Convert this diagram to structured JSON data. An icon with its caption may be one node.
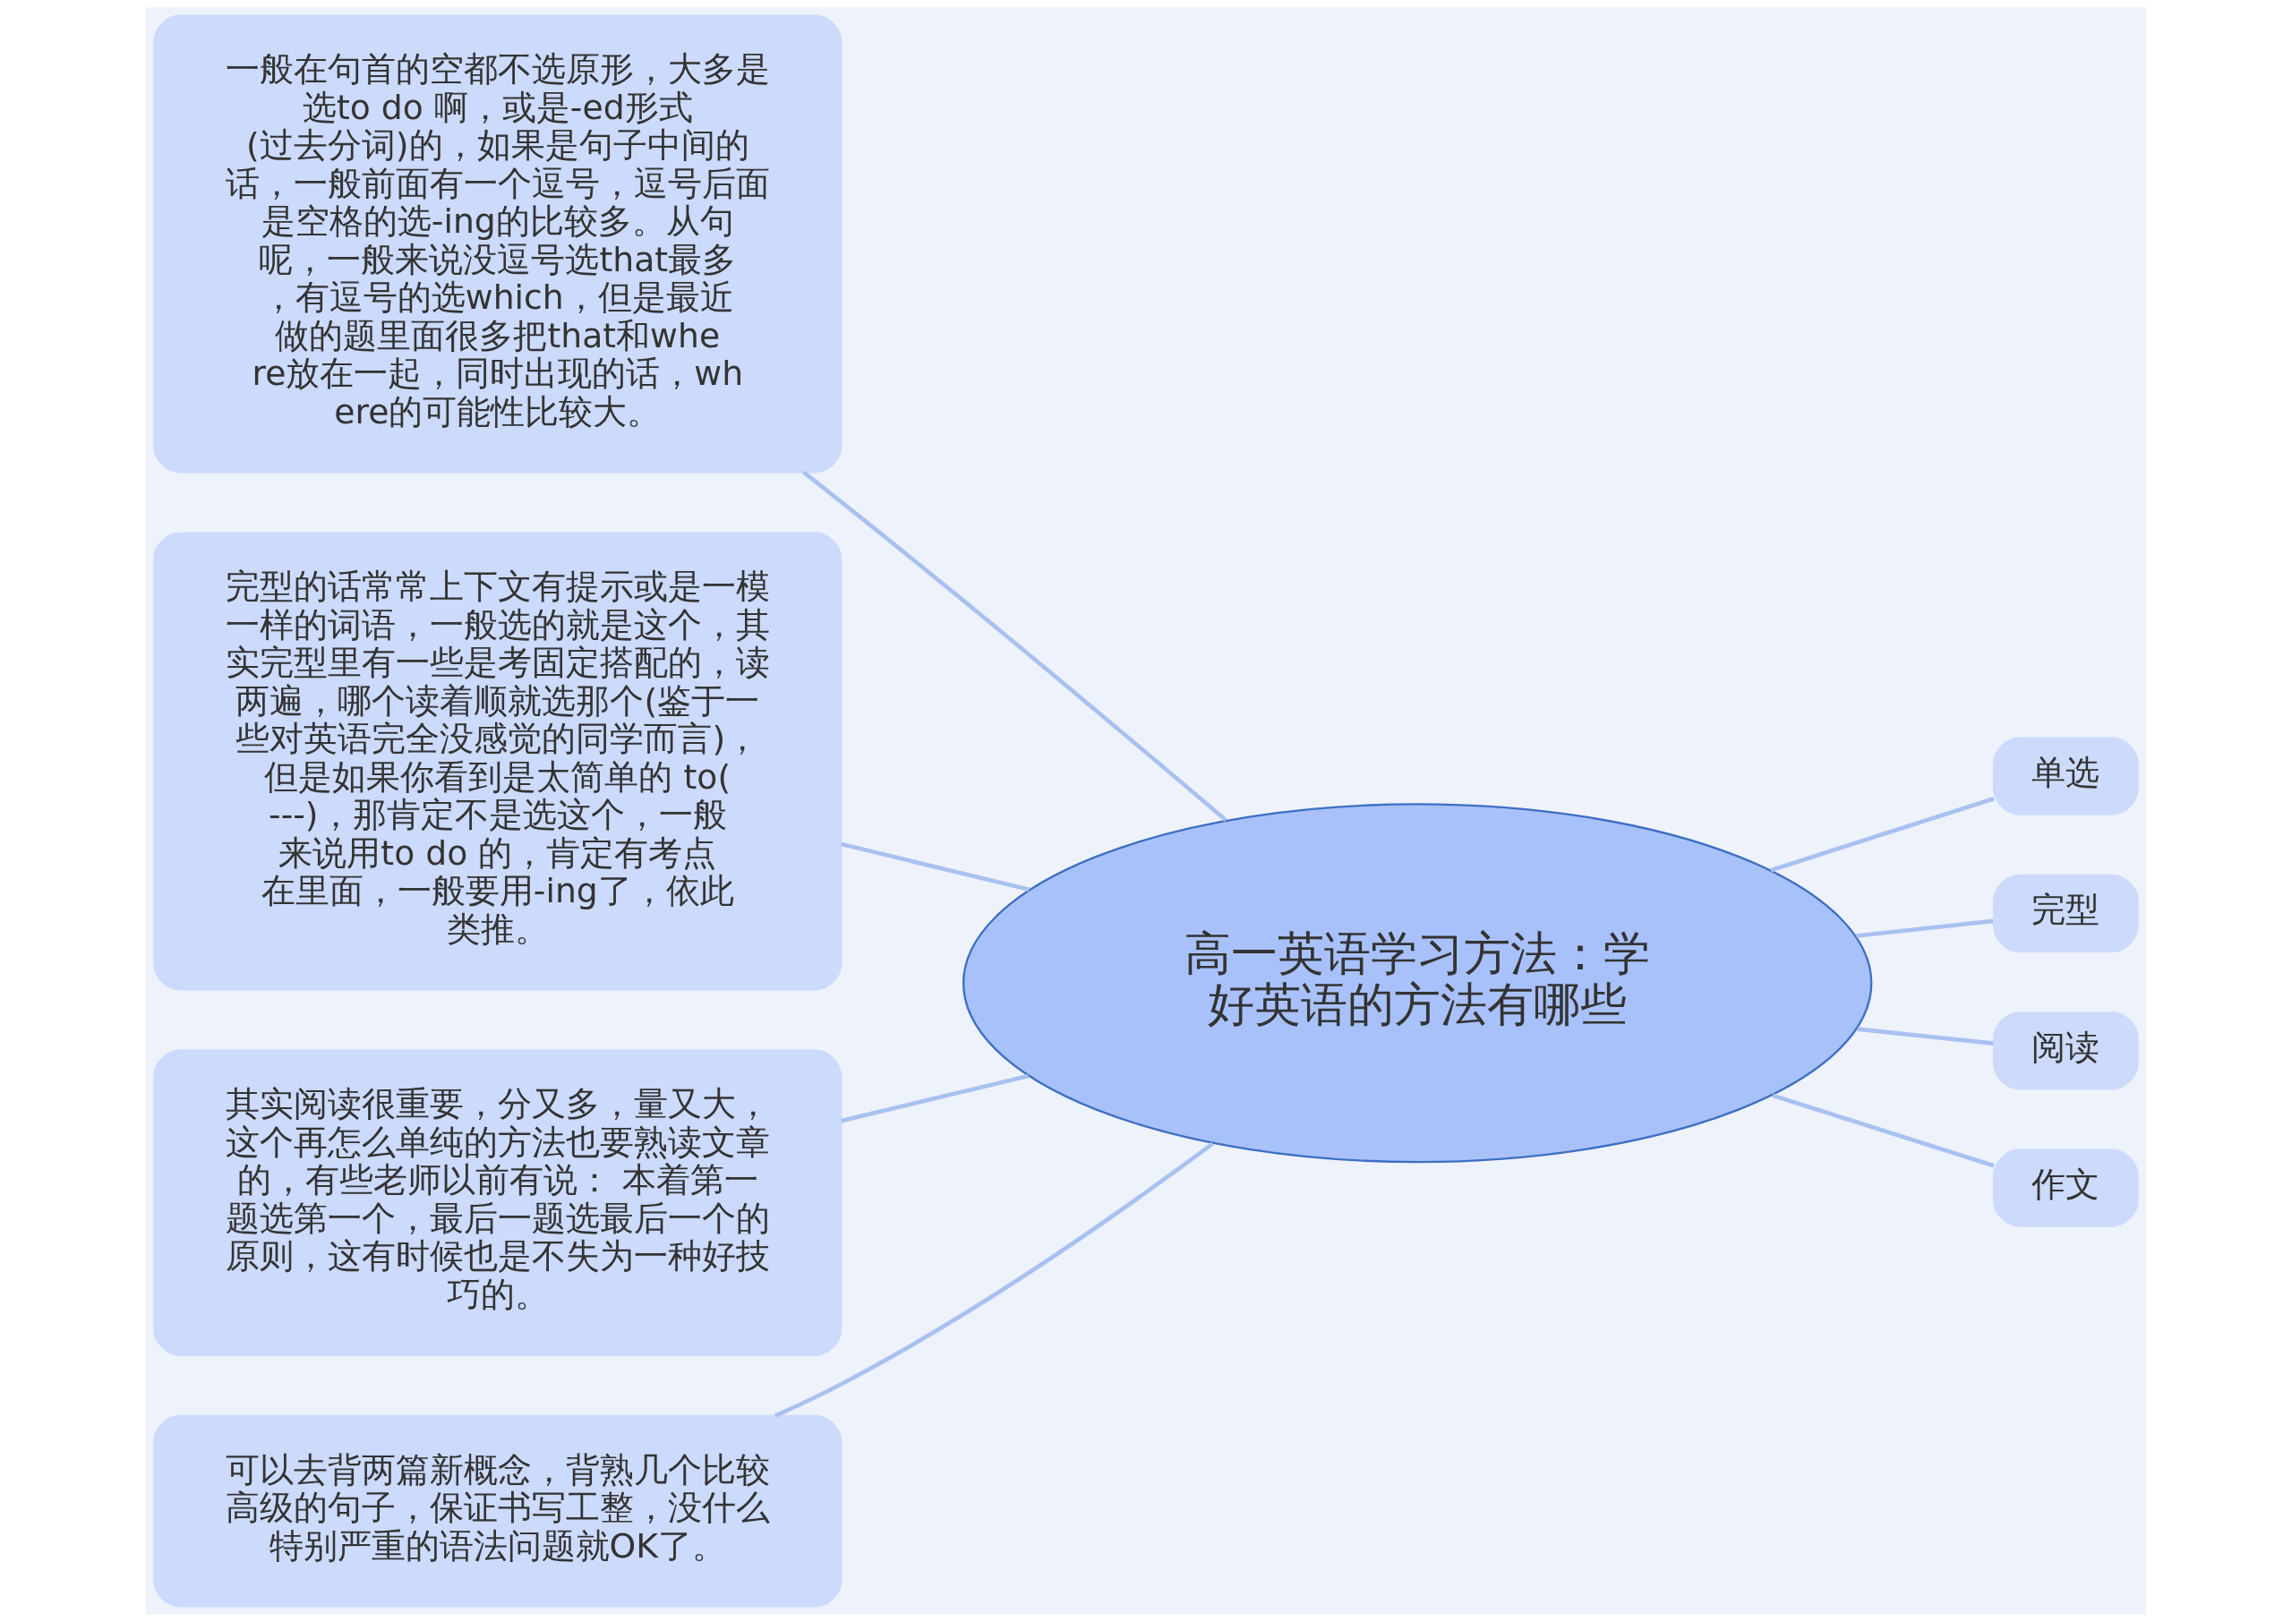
{
  "diagram": {
    "nodes": [
      {
        "text": [
          "高一英语学习方法：学好英语的方法有哪些"
        ]
      },
      {
        "text": [
          "单选"
        ]
      },
      {
        "text": [
          "完型"
        ]
      },
      {
        "text": [
          "阅读"
        ]
      },
      {
        "text": [
          "作文"
        ]
      },
      {
        "text": [
          "一般在句首的空都不选原形，大多是选to do 啊，或是-ed形式(过去分词)的，如果是句子中间的话，一般前面有一个逗号，逗号后面是空格的选-ing的比较多。从句呢，一般来说没逗号选that最多，有逗号的选which，但是最近做的题里面很多把that和where放在一起，同时出现的话，where的可能性比较大。"
        ]
      },
      {
        "text": [
          "完型的话常常上下文有提示或是一模一样的词语，一般选的就是这个，其实完型里有一些是考固定搭配的，读两遍，哪个读着顺就选那个(鉴于一些对英语完全没感觉的同学而言)，但是如果你看到是太简单的 to(---)，那肯定不是选这个，一般来说用to do 的，肯定有考点在里面，一般要用-ing了，依此类推。"
        ]
      },
      {
        "text": [
          "其实阅读很重要，分又多，量又大，这个再怎么单纯的方法也要熟读文章的，有些老师以前有说： 本着第一题选第一个，最后一题选最后一个的原则，这有时候也是不失为一种好技巧的。"
        ]
      },
      {
        "text": [
          "可以去背两篇新概念，背熟几个比较高级的句子，保证书写工整，没什么特别严重的语法问题就OK了。"
        ]
      }
    ],
    "edges": [
      {
        "from": 0,
        "to": 1,
        "arrow": "none"
      },
      {
        "from": 0,
        "to": 2,
        "arrow": "none"
      },
      {
        "from": 0,
        "to": 3,
        "arrow": "none"
      },
      {
        "from": 0,
        "to": 4,
        "arrow": "none"
      },
      {
        "from": 0,
        "to": 5,
        "arrow": "none"
      },
      {
        "from": 0,
        "to": 6,
        "arrow": "none"
      },
      {
        "from": 0,
        "to": 7,
        "arrow": "none"
      },
      {
        "from": 0,
        "to": 8,
        "arrow": "none"
      }
    ]
  }
}
